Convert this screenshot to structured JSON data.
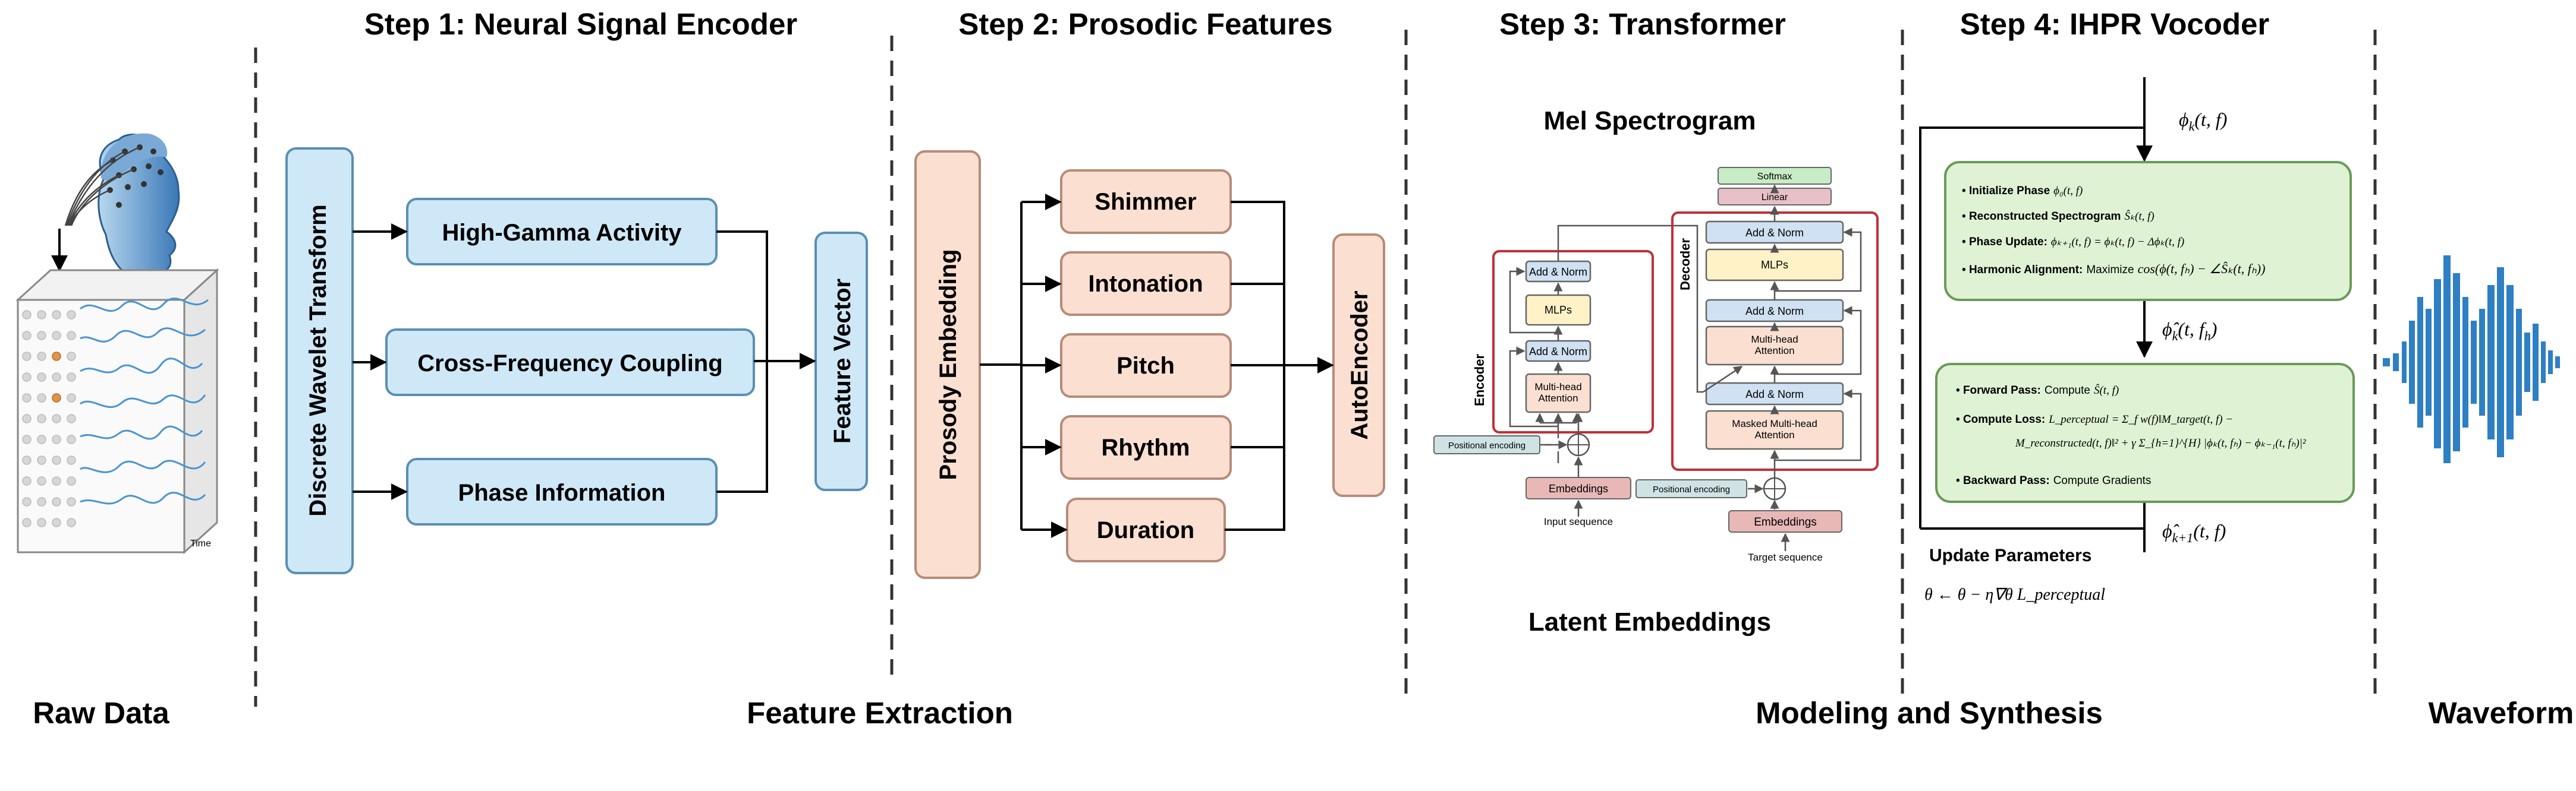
{
  "colors": {
    "blue_fill": "#cfe8f7",
    "blue_stroke": "#5a8fb2",
    "peach_fill": "#fbe0d1",
    "peach_stroke": "#b78b7a",
    "green_fill": "#dff3d4",
    "green_stroke": "#6a9a5a",
    "yellow_fill": "#fff2c6",
    "lightblue_fill": "#cfe1f2",
    "red_frame": "#c0303a",
    "pink_fill": "#e8c0c8",
    "mint_fill": "#c8ecc6",
    "teal_fill": "#cfe3e5"
  },
  "steps": {
    "step1": "Step 1: Neural Signal Encoder",
    "step2": "Step 2: Prosodic Features",
    "step3": "Step 3: Transformer",
    "step4": "Step 4: IHPR Vocoder"
  },
  "sections": {
    "raw": "Raw Data",
    "feature": "Feature Extraction",
    "modeling": "Modeling and Synthesis",
    "waveform": "Waveform"
  },
  "raw_data": {
    "time_label": "Time"
  },
  "step1_blocks": {
    "dwt": "Discrete Wavelet Transform",
    "high_gamma": "High-Gamma Activity",
    "cfc": "Cross-Frequency Coupling",
    "phase": "Phase Information",
    "feature_vector": "Feature Vector"
  },
  "step2_blocks": {
    "prosody": "Prosody Embedding",
    "shimmer": "Shimmer",
    "intonation": "Intonation",
    "pitch": "Pitch",
    "rhythm": "Rhythm",
    "duration": "Duration",
    "autoencoder": "AutoEncoder"
  },
  "transformer": {
    "mel": "Mel Spectrogram",
    "latent": "Latent Embeddings",
    "encoder": "Encoder",
    "decoder": "Decoder",
    "softmax": "Softmax",
    "linear": "Linear",
    "add_norm": "Add & Norm",
    "mlps": "MLPs",
    "mha": "Multi-head Attention",
    "masked_mha": "Masked Multi-head Attention",
    "pos_enc": "Positional encoding",
    "embeddings": "Embeddings",
    "input_seq": "Input sequence",
    "target_seq": "Target sequence"
  },
  "vocoder": {
    "phi_top": "ϕ",
    "phi_top_sub": "k",
    "phi_top_args": "(t, f)",
    "phi_hat_mid": "ϕ̂",
    "phi_hat_mid_sub": "k",
    "phi_hat_mid_args": "(t, f",
    "phi_hat_mid_args_sub": "h",
    "phi_hat_mid_close": ")",
    "phi_hat_bot": "ϕ̂",
    "phi_hat_bot_sub": "k+1",
    "phi_hat_bot_args": "(t, f)",
    "b1_label": "Initialize Phase",
    "b1_math": "ϕ₀(t, f)",
    "b2_label": "Reconstructed Spectrogram",
    "b2_math": "Ŝₖ(t, f)",
    "b3_label": "Phase Update:",
    "b3_math": "ϕₖ₊₁(t, f) = ϕₖ(t, f) − Δϕₖ(t, f)",
    "b4_label": "Harmonic Alignment:",
    "b4_text": "Maximize",
    "b4_math": "cos(ϕ(t, fₕ) − ∠Ŝₖ(t, fₕ))",
    "c1_label": "Forward Pass:",
    "c1_text": "Compute",
    "c1_math": "Ŝ(t, f)",
    "c2_label": "Compute Loss:",
    "c2_math_a": "L_perceptual = Σ_f w(f)‖M_target(t, f) −",
    "c2_math_b": "M_reconstructed(t, f)‖² + γ Σ_{h=1}^{H} |ϕₖ(t, fₕ) − ϕₖ₋₁(t, fₕ)|²",
    "c3_label": "Backward Pass:",
    "c3_text": "Compute Gradients",
    "update": "Update Parameters",
    "update_math": "θ ← θ − η∇θ L_perceptual"
  }
}
